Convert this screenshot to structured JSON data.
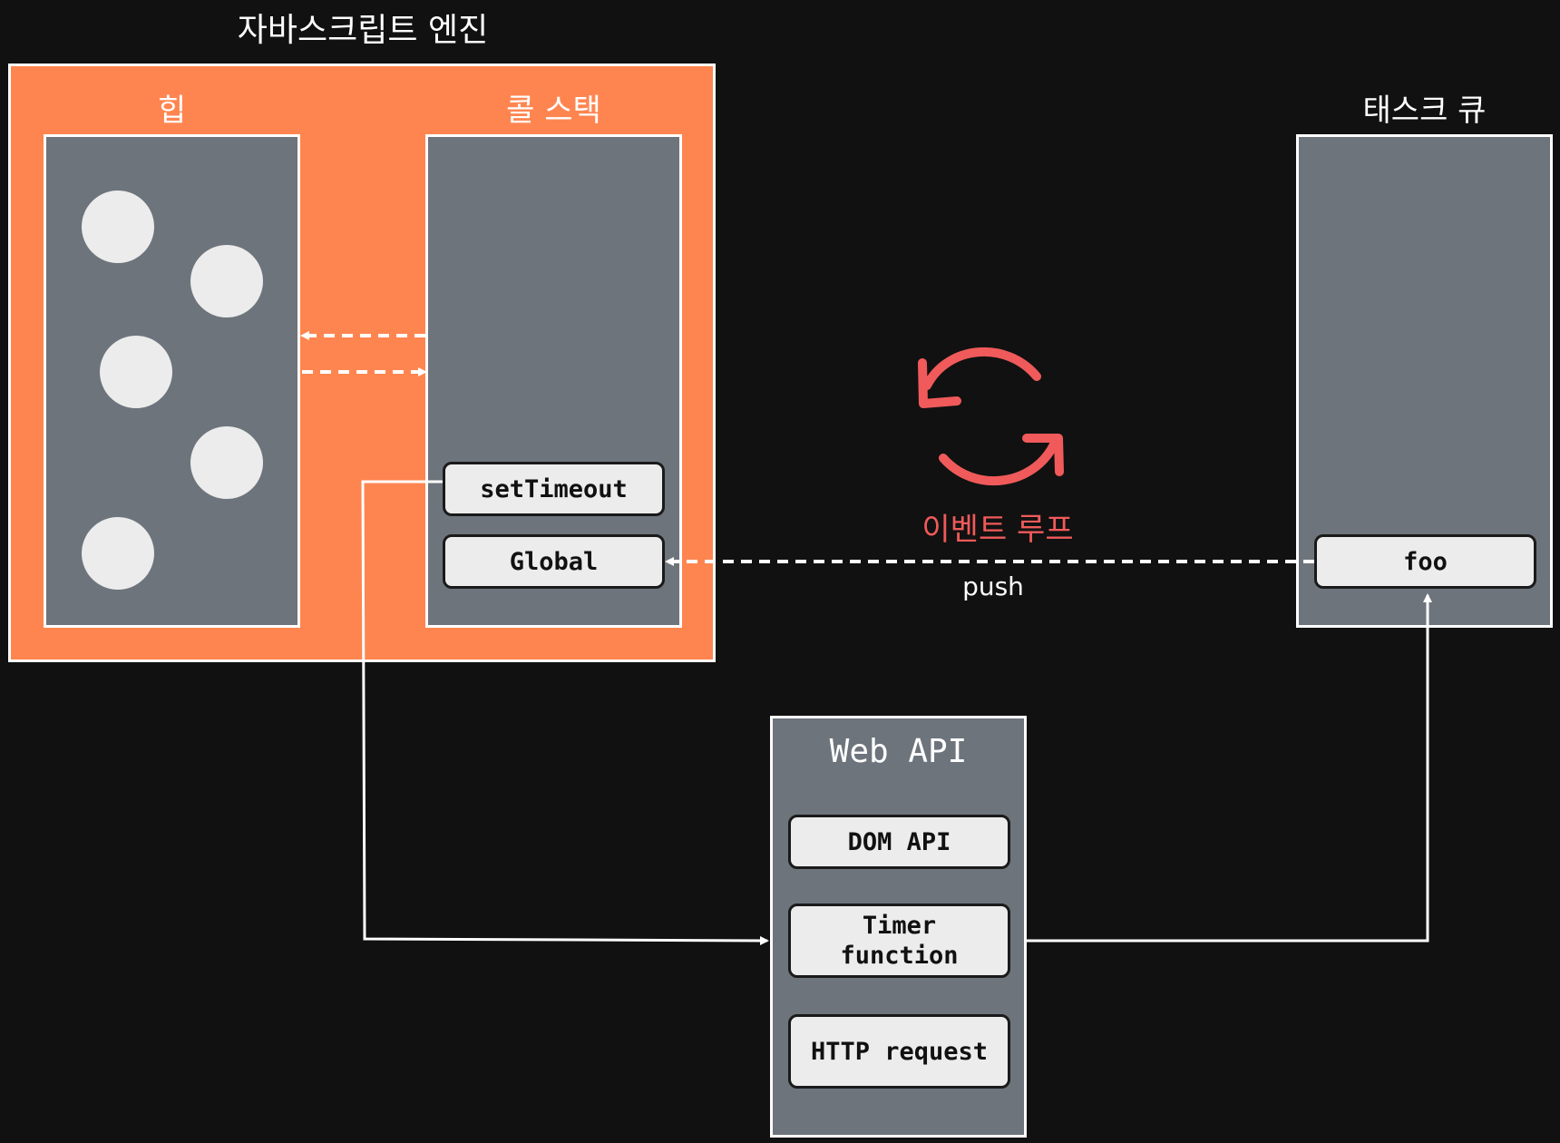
{
  "diagram": {
    "engine_title": "자바스크립트 엔진",
    "heap_title": "힙",
    "call_stack_title": "콜 스택",
    "task_queue_title": "태스크 큐",
    "call_stack_frames": [
      "setTimeout",
      "Global"
    ],
    "task_queue_items": [
      "foo"
    ],
    "web_api_title": "Web API",
    "web_api_items": [
      "DOM API",
      "Timer\nfunction",
      "HTTP request"
    ],
    "event_loop_label": "이벤트 루프",
    "push_label": "push",
    "heap_object_count": 5
  },
  "colors": {
    "background": "#111111",
    "engine_fill": "#ff8550",
    "panel_fill": "#6d747c",
    "frame_fill": "#ececec",
    "heap_object_fill": "#ececec",
    "event_loop_accent": "#f05a5a",
    "connector": "#ffffff"
  },
  "icons": {
    "event_loop": "refresh-cycle-icon"
  }
}
